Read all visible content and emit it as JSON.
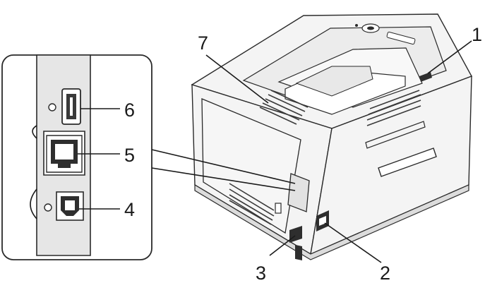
{
  "diagram": {
    "callouts": [
      {
        "id": "1",
        "label": "1"
      },
      {
        "id": "2",
        "label": "2"
      },
      {
        "id": "3",
        "label": "3"
      },
      {
        "id": "4",
        "label": "4"
      },
      {
        "id": "5",
        "label": "5"
      },
      {
        "id": "6",
        "label": "6"
      },
      {
        "id": "7",
        "label": "7"
      }
    ],
    "colors": {
      "line": "#1a1a1a",
      "body": "#f4f4f4",
      "panel": "#e6e6e6"
    }
  }
}
